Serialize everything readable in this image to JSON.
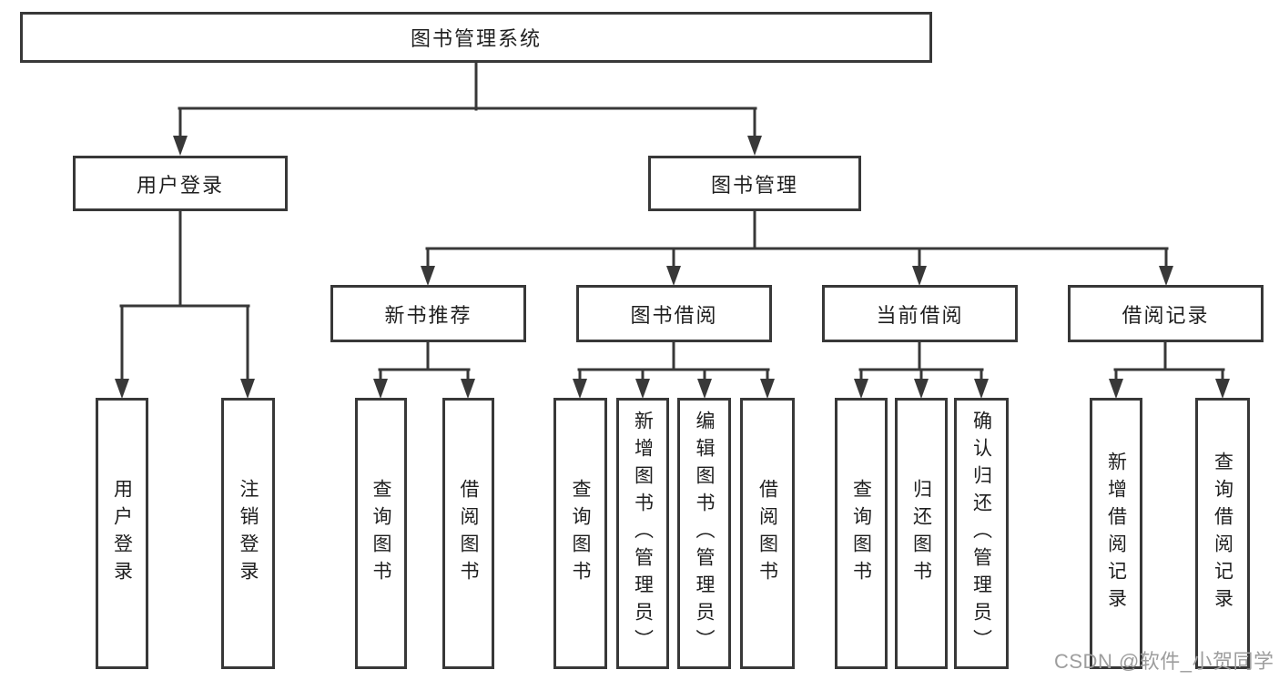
{
  "diagram": {
    "nodes": {
      "root": "图书管理系统",
      "user_login": "用户登录",
      "book_mgmt": "图书管理",
      "new_book_rec": "新书推荐",
      "book_borrow": "图书借阅",
      "current_borrow": "当前借阅",
      "borrow_records": "借阅记录"
    },
    "leaves": {
      "user_login": [
        "用户登录",
        "注销登录"
      ],
      "new_book_rec": [
        "查询图书",
        "借阅图书"
      ],
      "book_borrow": [
        "查询图书",
        "新增图书（管理员）",
        "编辑图书（管理员）",
        "借阅图书"
      ],
      "current_borrow": [
        "查询图书",
        "归还图书",
        "确认归还（管理员）"
      ],
      "borrow_records": [
        "新增借阅记录",
        "查询借阅记录"
      ]
    },
    "watermark": "CSDN @软件_小贺同学",
    "colors": {
      "line": "#383838",
      "box_border": "#383838",
      "box_fill": "#ffffff",
      "text": "#1f1f1f",
      "watermark": "#9d9d9d",
      "background": "#ffffff"
    }
  }
}
